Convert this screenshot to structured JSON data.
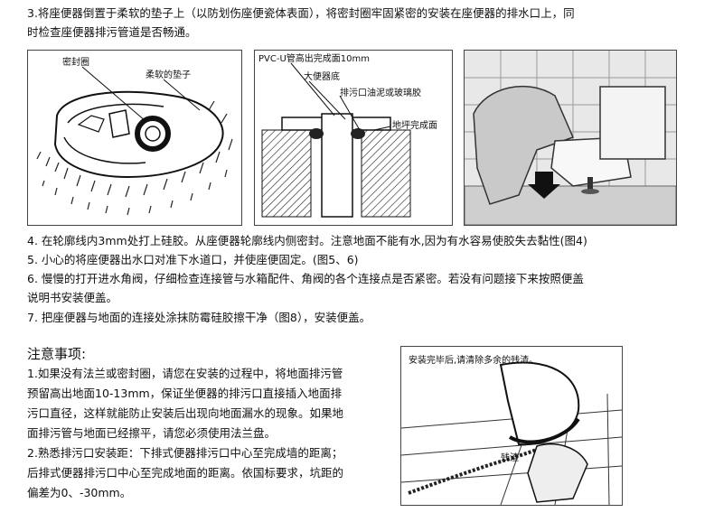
{
  "step3": {
    "line1": "3.将座便器倒置于柔软的垫子上（以防划伤座便瓷体表面），将密封圈牢固紧密的安装在座便器的排水口上，同",
    "line2": "时检查座便器排污管道是否畅通。"
  },
  "figure1": {
    "label_seal": "密封圈",
    "label_pad": "柔软的垫子"
  },
  "figure2": {
    "label_pvc": "PVC-U管高出完成面10mm",
    "label_bottom": "大便器底",
    "label_putty": "排污口油泥或玻璃胶",
    "label_floor": "地坪完成面"
  },
  "steps": {
    "step4": "4. 在轮廓线内3mm处打上硅胶。从座便器轮廓线内侧密封。注意地面不能有水,因为有水容易使胶失去黏性(图4)",
    "step5": "5. 小心的将座便器出水口对准下水道口，并使座便固定。(图5、6)",
    "step6_line1": "6. 慢慢的打开进水角阀，仔细检查连接管与水箱配件、角阀的各个连接点是否紧密。若没有问题接下来按照便盖",
    "step6_line2": "说明书安装便盖。",
    "step7": "7. 把座便器与地面的连接处涂抹防霉硅胶擦干净（图8），安装便盖。"
  },
  "notes": {
    "title": "注意事项:",
    "lines": [
      "1.如果没有法兰或密封圈，请您在安装的过程中，将地面排污管",
      "预留高出地面10-13mm，保证坐便器的排污口直接插入地面排",
      "污口直径，这样就能防止安装后出现向地面漏水的现象。如果地",
      "面排污管与地面已经擦平，请您必须使用法兰盘。",
      "2.熟悉排污口安装距：下排式便器排污口中心至完成墙的距离；",
      "后排式便器排污口中心至完成地面的距离。依国标要求，坑距的",
      "偏差为0、-30mm。"
    ]
  },
  "figure4": {
    "caption": "安装完毕后,请清除多余的残渣。",
    "label_residue": "残渣"
  }
}
